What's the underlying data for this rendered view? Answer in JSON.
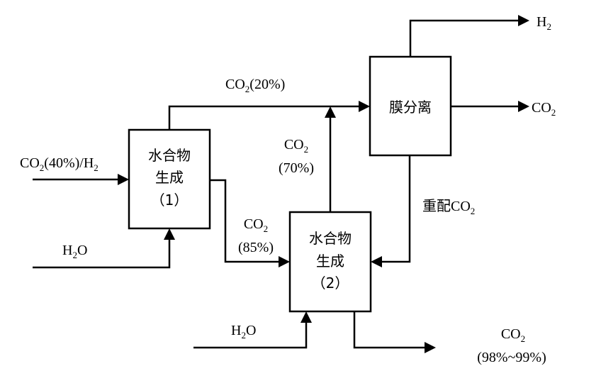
{
  "diagram": {
    "type": "process-flow",
    "nodes": {
      "reactor1": {
        "lines": [
          "水合物",
          "生成",
          "（1）"
        ]
      },
      "reactor2": {
        "lines": [
          "水合物",
          "生成",
          "（2）"
        ]
      },
      "membrane": {
        "label": "膜分离"
      }
    },
    "labels": {
      "feed": {
        "pre": "CO",
        "sub": "2",
        "mid": "(40%)/H",
        "sub2": "2"
      },
      "water1": {
        "pre": "H",
        "sub": "2",
        "post": "O"
      },
      "water2": {
        "pre": "H",
        "sub": "2",
        "post": "O"
      },
      "co2_20": {
        "pre": "CO",
        "sub": "2",
        "post": "(20%)"
      },
      "co2_70": {
        "pre": "CO",
        "sub": "2",
        "line2": "(70%)"
      },
      "co2_85": {
        "pre": "CO",
        "sub": "2",
        "line2": "(85%)"
      },
      "recycle": {
        "cjk": "重配",
        "pre": "CO",
        "sub": "2"
      },
      "h2_out": {
        "pre": "H",
        "sub": "2"
      },
      "co2_out": {
        "pre": "CO",
        "sub": "2"
      },
      "product": {
        "pre": "CO",
        "sub": "2",
        "line2": "(98%~99%)"
      }
    },
    "edges": [
      {
        "from": "feed",
        "to": "reactor1",
        "stream": "CO2(40%)/H2"
      },
      {
        "from": "water1",
        "to": "reactor1",
        "stream": "H2O"
      },
      {
        "from": "reactor1",
        "to": "membrane",
        "stream": "CO2(20%)"
      },
      {
        "from": "reactor1",
        "to": "reactor2",
        "stream": "CO2(85%)"
      },
      {
        "from": "reactor2",
        "to": "membrane",
        "stream": "CO2(70%)"
      },
      {
        "from": "membrane",
        "to": "h2_out",
        "stream": "H2"
      },
      {
        "from": "membrane",
        "to": "co2_out",
        "stream": "CO2"
      },
      {
        "from": "membrane",
        "to": "reactor2",
        "stream": "重配CO2"
      },
      {
        "from": "water2",
        "to": "reactor2",
        "stream": "H2O"
      },
      {
        "from": "reactor2",
        "to": "product",
        "stream": "CO2(98%~99%)"
      }
    ]
  }
}
